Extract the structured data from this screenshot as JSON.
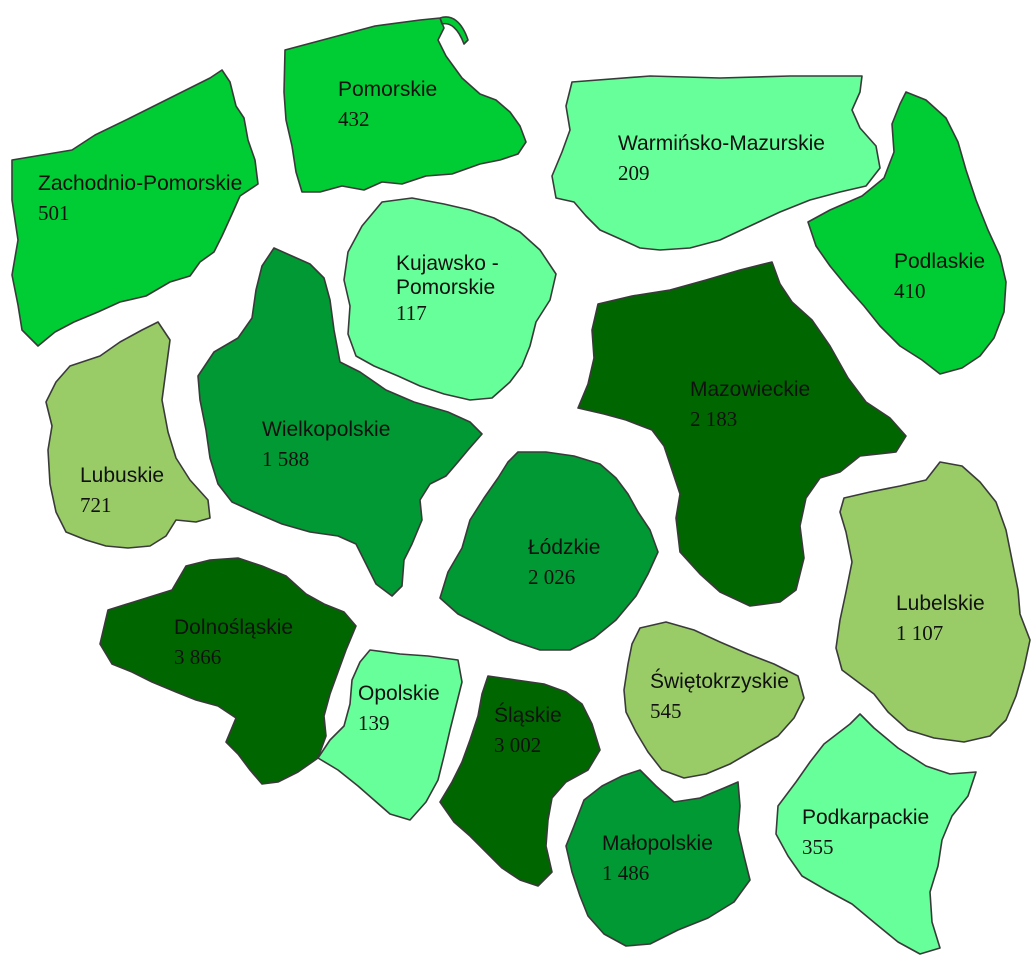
{
  "map": {
    "regions": [
      {
        "id": "zachodnio-pomorskie",
        "name_lines": [
          "Zachodnio-Pomorskie"
        ],
        "value": "501",
        "color": "#00cc33"
      },
      {
        "id": "pomorskie",
        "name_lines": [
          "Pomorskie"
        ],
        "value": "432",
        "color": "#00cc33"
      },
      {
        "id": "warminsko-mazurskie",
        "name_lines": [
          "Warmińsko-Mazurskie"
        ],
        "value": "209",
        "color": "#66ff99"
      },
      {
        "id": "podlaskie",
        "name_lines": [
          "Podlaskie"
        ],
        "value": "410",
        "color": "#00cc33"
      },
      {
        "id": "kujawsko-pomorskie",
        "name_lines": [
          "Kujawsko -",
          "Pomorskie"
        ],
        "value": "117",
        "color": "#66ff99"
      },
      {
        "id": "lubuskie",
        "name_lines": [
          "Lubuskie"
        ],
        "value": "721",
        "color": "#99cc66"
      },
      {
        "id": "wielkopolskie",
        "name_lines": [
          "Wielkopolskie"
        ],
        "value": "1 588",
        "color": "#009933"
      },
      {
        "id": "mazowieckie",
        "name_lines": [
          "Mazowieckie"
        ],
        "value": "2 183",
        "color": "#006600"
      },
      {
        "id": "lodzkie",
        "name_lines": [
          "Łódzkie"
        ],
        "value": "2 026",
        "color": "#009933"
      },
      {
        "id": "lubelskie",
        "name_lines": [
          "Lubelskie"
        ],
        "value": "1 107",
        "color": "#99cc66"
      },
      {
        "id": "dolnoslaskie",
        "name_lines": [
          "Dolnośląskie"
        ],
        "value": "3 866",
        "color": "#006600"
      },
      {
        "id": "opolskie",
        "name_lines": [
          "Opolskie"
        ],
        "value": "139",
        "color": "#66ff99"
      },
      {
        "id": "slaskie",
        "name_lines": [
          "Śląskie"
        ],
        "value": "3 002",
        "color": "#006600"
      },
      {
        "id": "swietokrzyskie",
        "name_lines": [
          "Świętokrzyskie"
        ],
        "value": "545",
        "color": "#99cc66"
      },
      {
        "id": "malopolskie",
        "name_lines": [
          "Małopolskie"
        ],
        "value": "1 486",
        "color": "#009933"
      },
      {
        "id": "podkarpackie",
        "name_lines": [
          "Podkarpackie"
        ],
        "value": "355",
        "color": "#66ff99"
      }
    ]
  }
}
